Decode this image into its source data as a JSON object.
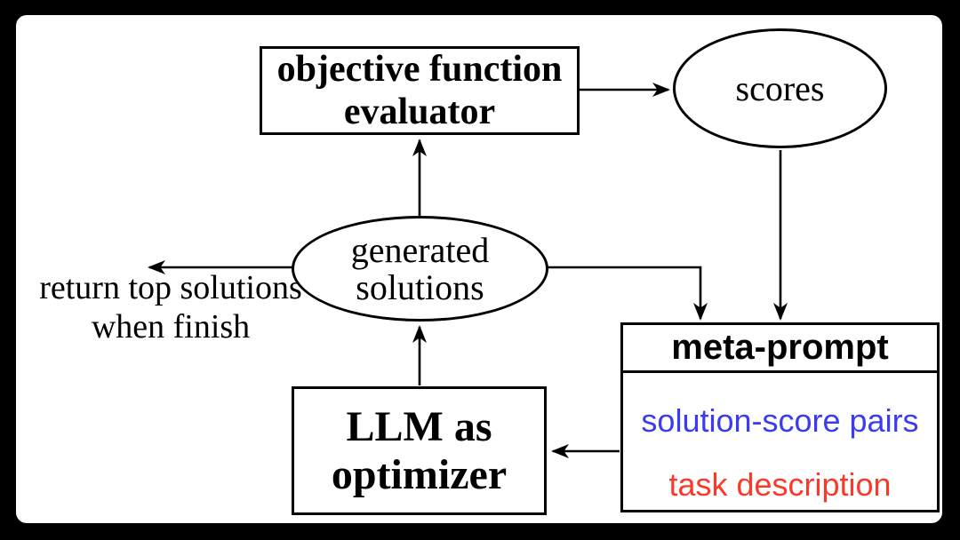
{
  "diagram": {
    "title_hint": "LLM-as-optimizer loop diagram",
    "panel": {
      "background": "#ffffff",
      "frame": "#000000",
      "line_color": "#000000"
    },
    "nodes": {
      "evaluator": {
        "label": "objective function evaluator",
        "shape": "rect",
        "emphasis": "bold"
      },
      "scores": {
        "label": "scores",
        "shape": "ellipse",
        "emphasis": "regular"
      },
      "generated_solutions": {
        "label": "generated solutions",
        "shape": "ellipse",
        "emphasis": "regular"
      },
      "llm_optimizer": {
        "label": "LLM as optimizer",
        "shape": "rect",
        "emphasis": "bold"
      },
      "meta_prompt": {
        "title": "meta-prompt",
        "shape": "rect-with-header",
        "items": [
          {
            "label": "solution-score pairs",
            "color": "#3b3bf0"
          },
          {
            "label": "task description",
            "color": "#fa392b"
          }
        ]
      }
    },
    "annotations": {
      "return_note": "return top solutions when finish"
    },
    "edges": [
      {
        "from": "objective function evaluator",
        "to": "scores"
      },
      {
        "from": "generated solutions",
        "to": "objective function evaluator"
      },
      {
        "from": "generated solutions",
        "to": "return top solutions when finish"
      },
      {
        "from": "generated solutions",
        "to": "meta-prompt"
      },
      {
        "from": "scores",
        "to": "meta-prompt"
      },
      {
        "from": "meta-prompt",
        "to": "LLM as optimizer"
      },
      {
        "from": "LLM as optimizer",
        "to": "generated solutions"
      }
    ]
  }
}
